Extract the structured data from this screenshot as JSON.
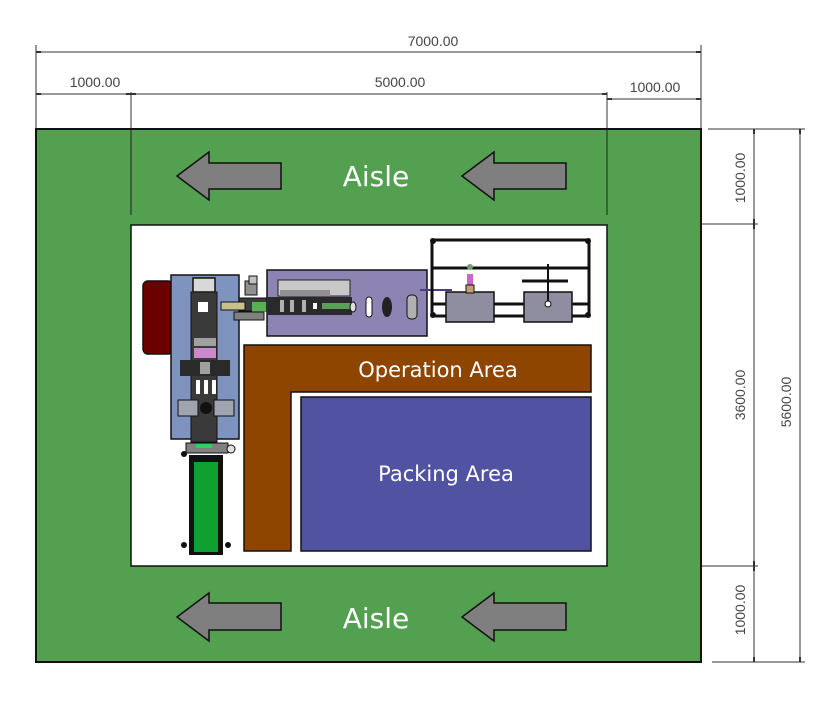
{
  "layout": {
    "title": "Production line floor layout",
    "units": "mm"
  },
  "dimensions": {
    "total_width": "7000.00",
    "left_aisle_width": "1000.00",
    "inner_width": "5000.00",
    "right_aisle_width": "1000.00",
    "top_aisle_depth": "1000.00",
    "inner_depth": "3600.00",
    "bottom_aisle_depth": "1000.00",
    "total_depth": "5600.00"
  },
  "zones": {
    "top_aisle": {
      "label": "Aisle",
      "flow_direction": "left"
    },
    "bottom_aisle": {
      "label": "Aisle",
      "flow_direction": "left"
    },
    "operation_area": {
      "label": "Operation Area"
    },
    "packing_area": {
      "label": "Packing Area"
    }
  },
  "colors": {
    "aisle": "#52a050",
    "operation_area": "#8e4500",
    "packing_area": "#5252a2",
    "arrow": "#7f7f7f",
    "machine_frame": "#7f93bf",
    "machine_panel": "#8d84b4",
    "motor_housing": "#6b0000",
    "conveyor": "#10a030"
  }
}
